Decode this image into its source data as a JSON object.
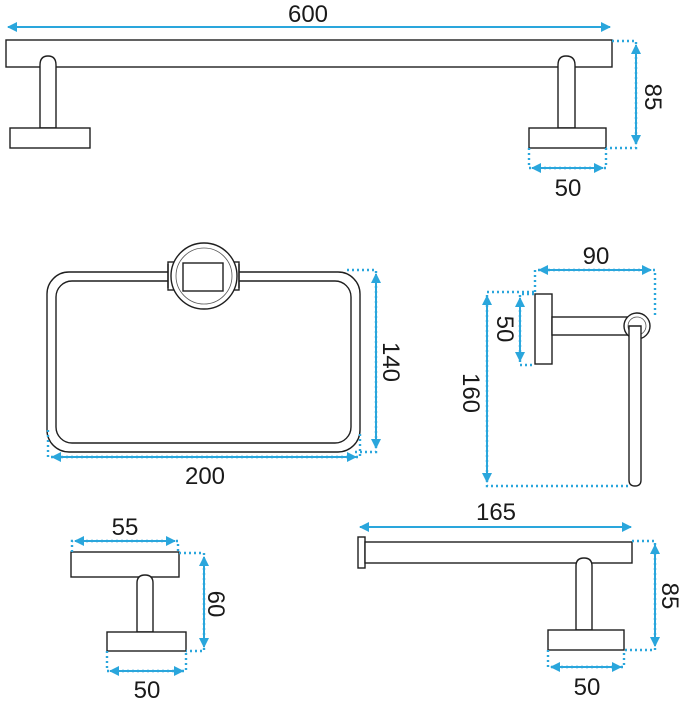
{
  "accent_color": "#2aa6dc",
  "line_color": "#1f1f1f",
  "items": [
    {
      "name": "towel-bar",
      "dimensions": [
        "600",
        "85",
        "50"
      ]
    },
    {
      "name": "towel-ring",
      "dimensions": [
        "140",
        "200"
      ]
    },
    {
      "name": "hand-towel-holder",
      "dimensions": [
        "90",
        "50",
        "160"
      ]
    },
    {
      "name": "robe-hook",
      "dimensions": [
        "55",
        "60",
        "50"
      ]
    },
    {
      "name": "toilet-paper-holder",
      "dimensions": [
        "165",
        "85",
        "50"
      ]
    }
  ],
  "labels": {
    "towel_bar_length": "600",
    "towel_bar_depth": "85",
    "towel_bar_base": "50",
    "ring_height": "140",
    "ring_width": "200",
    "holder_depth": "90",
    "holder_plate": "50",
    "holder_height": "160",
    "hook_width": "55",
    "hook_depth": "60",
    "hook_base": "50",
    "paper_length": "165",
    "paper_depth": "85",
    "paper_base": "50"
  }
}
